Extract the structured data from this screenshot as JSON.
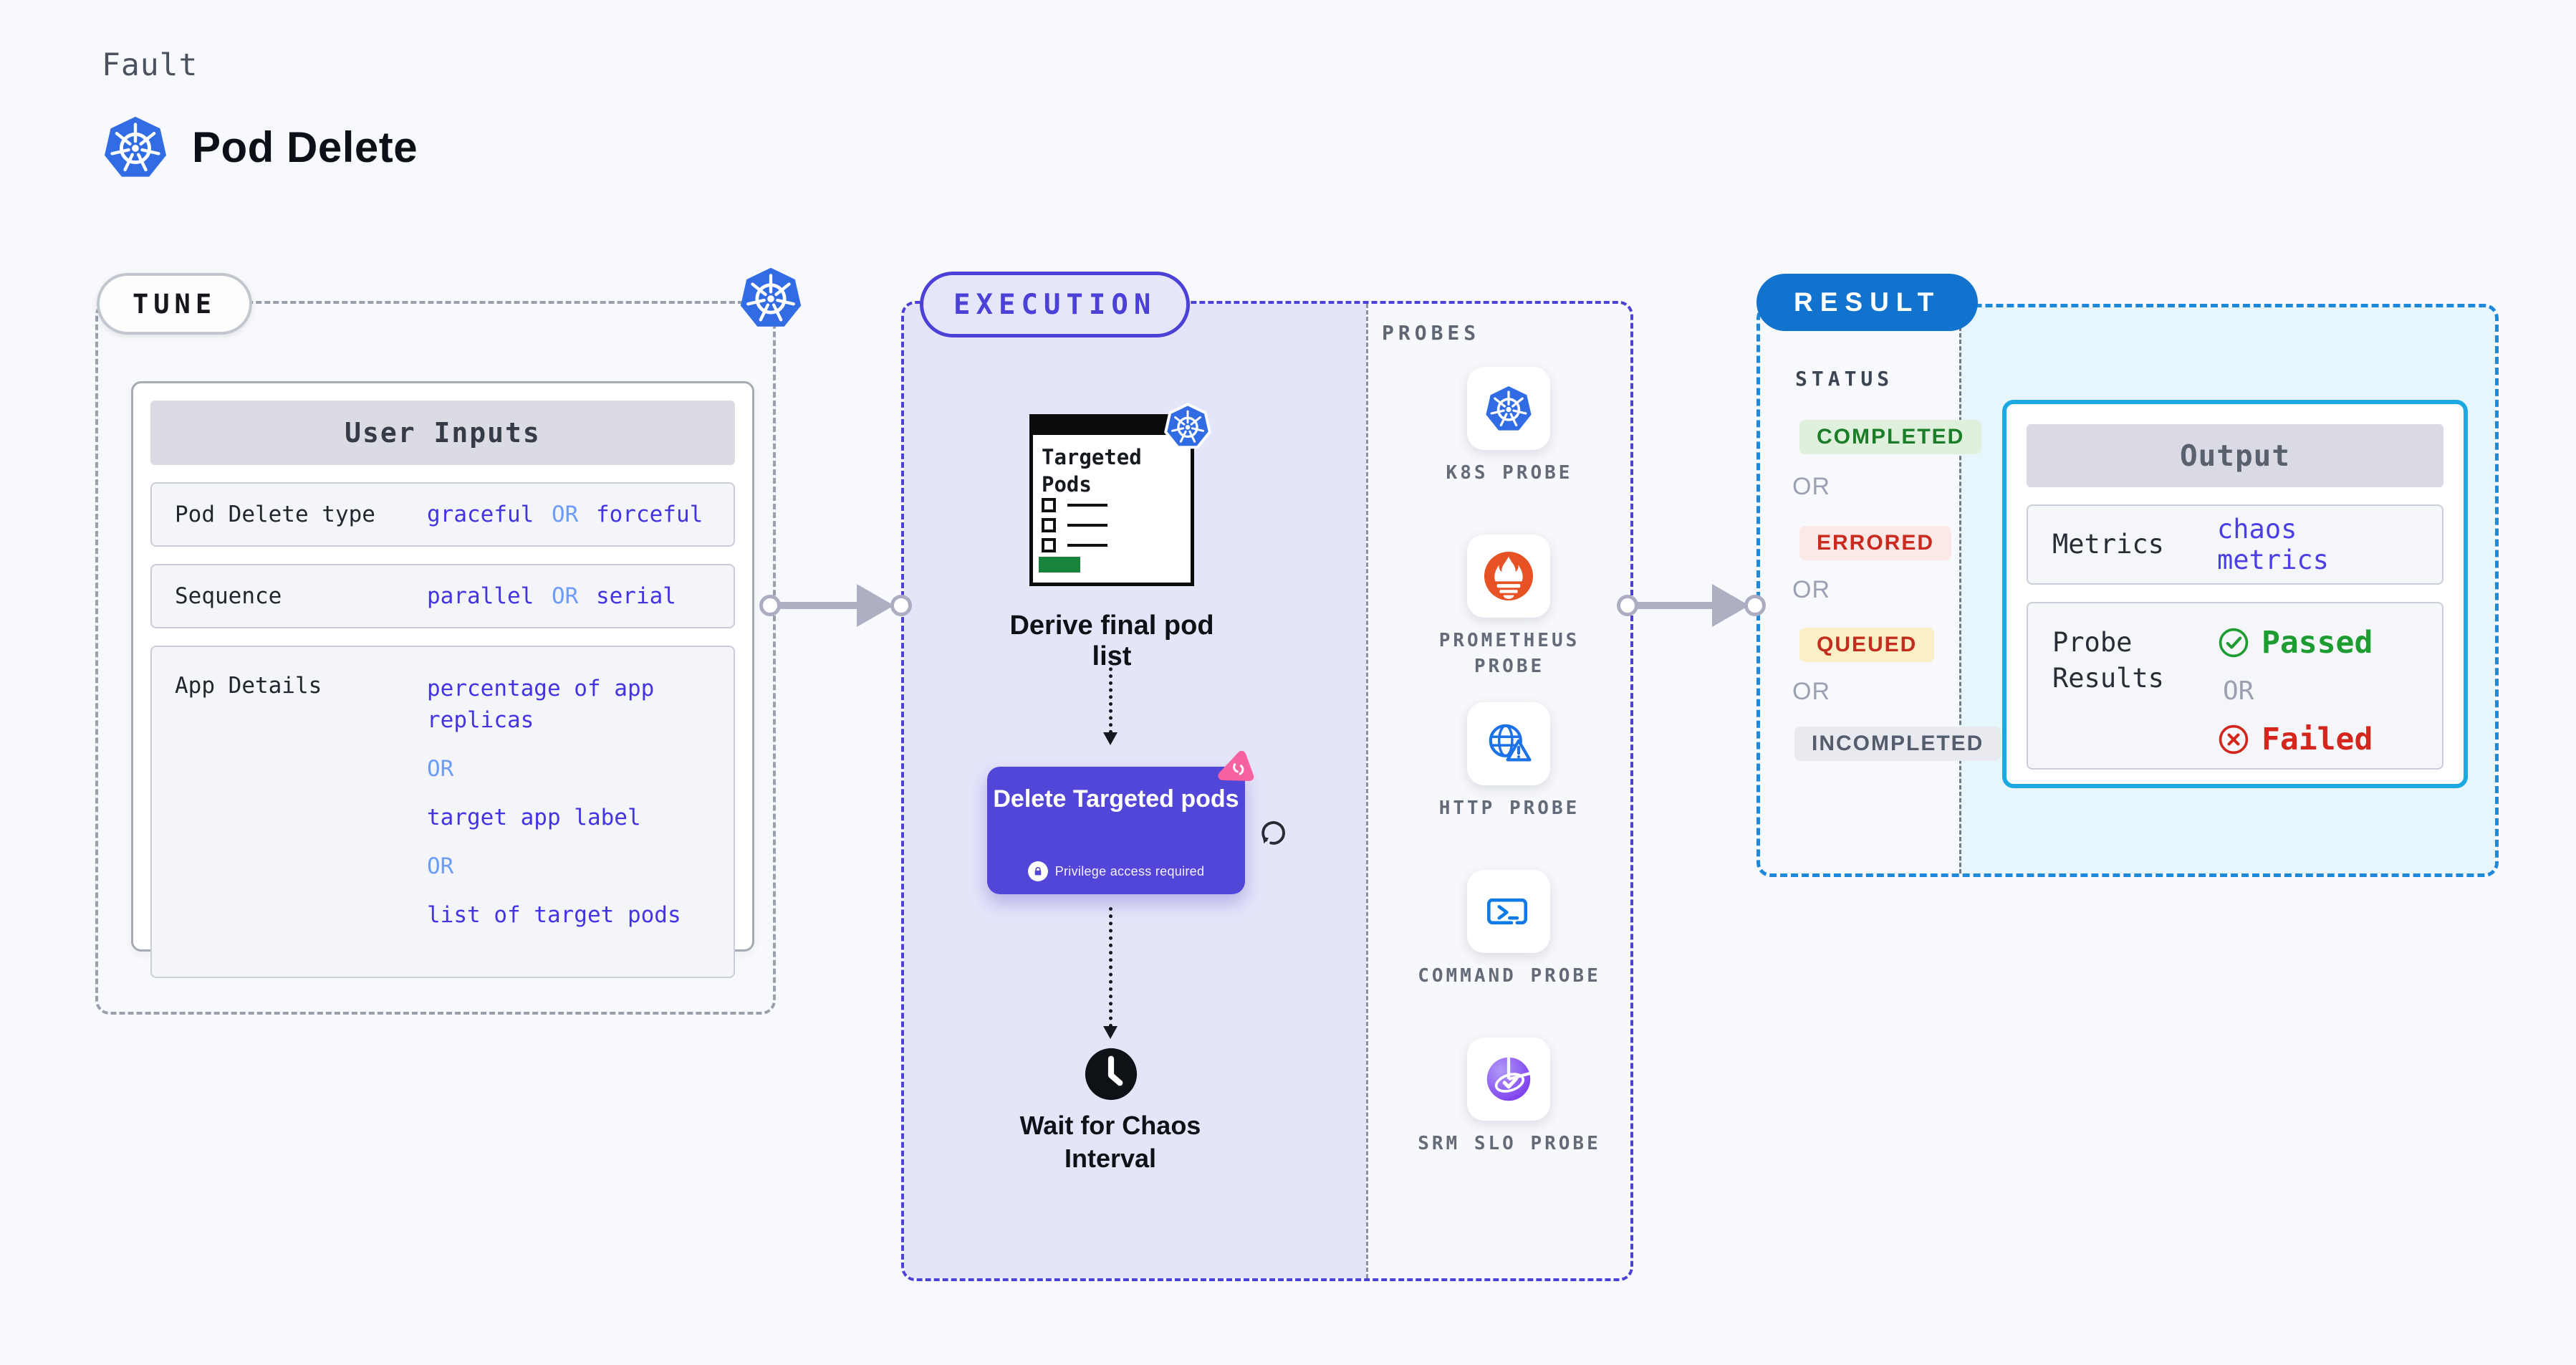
{
  "colors": {
    "page_bg": "#F8F9FC",
    "k8s_blue": "#326CE5",
    "execution_indigo": "#4B41D7",
    "execution_bg": "#E5E5FA",
    "value_indigo": "#4334E3",
    "or_blue": "#6E9BF7",
    "result_blue": "#1273CE",
    "result_area_bg": "#E7F6FD",
    "output_border_cyan": "#1CA9E3",
    "button_purple": "#5246D9",
    "litmus_pink": "#F6619F",
    "prometheus_orange": "#E75225",
    "success_green": "#1D9C31",
    "error_red": "#D3271D",
    "completed_bg": "#DFF1DC",
    "errored_bg": "#FBE9E8",
    "queued_bg": "#FAEFC7",
    "incompleted_bg": "#E9EAF0",
    "targeted_pods_green": "#17833B"
  },
  "header": {
    "kicker": "Fault",
    "title": "Pod Delete"
  },
  "tune": {
    "pill": "TUNE",
    "user_inputs": {
      "header": "User Inputs",
      "rows": [
        {
          "label": "Pod Delete type",
          "parts": [
            "graceful",
            "OR",
            "forceful"
          ]
        },
        {
          "label": "Sequence",
          "parts": [
            "parallel",
            "OR",
            "serial"
          ]
        },
        {
          "label": "App Details",
          "lines": [
            "percentage of app replicas",
            "OR",
            "target app label",
            "OR",
            "list of target pods"
          ]
        }
      ]
    }
  },
  "execution": {
    "pill": "EXECUTION",
    "window_title": "Targeted Pods",
    "step1_label": "Derive final pod list",
    "step2_title": "Delete Targeted pods",
    "step2_badge": "Privilege access required",
    "step3_label": "Wait for Chaos Interval",
    "probes": {
      "heading": "PROBES",
      "items": [
        {
          "label": "K8S PROBE",
          "icon": "kubernetes-icon"
        },
        {
          "label": "PROMETHEUS PROBE",
          "icon": "prometheus-icon"
        },
        {
          "label": "HTTP PROBE",
          "icon": "http-probe-icon"
        },
        {
          "label": "COMMAND PROBE",
          "icon": "command-probe-icon"
        },
        {
          "label": "SRM SLO PROBE",
          "icon": "srm-slo-probe-icon"
        }
      ]
    }
  },
  "result": {
    "pill": "RESULT",
    "status": {
      "heading": "STATUS",
      "or": "OR",
      "badges": [
        {
          "label": "COMPLETED",
          "tone": "green"
        },
        {
          "label": "ERRORED",
          "tone": "red"
        },
        {
          "label": "QUEUED",
          "tone": "yellow"
        },
        {
          "label": "INCOMPLETED",
          "tone": "gray"
        }
      ]
    },
    "output": {
      "header": "Output",
      "metrics_label": "Metrics",
      "metrics_value": "chaos metrics",
      "probe_results_label": "Probe Results",
      "passed_label": "Passed",
      "or": "OR",
      "failed_label": "Failed"
    }
  }
}
